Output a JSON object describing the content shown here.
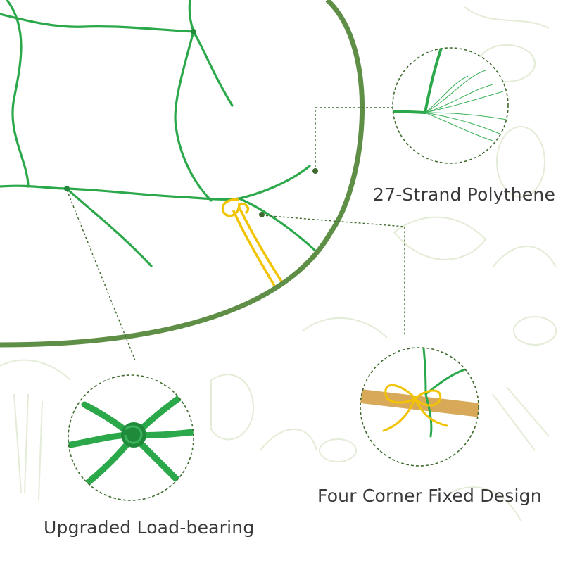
{
  "features": {
    "strand_label": "27-Strand Polythene",
    "corner_label": "Four Corner Fixed Design",
    "load_label": "Upgraded Load-bearing"
  },
  "colors": {
    "net_green": "#2ba84a",
    "ring_green": "#5f8f46",
    "tie_yellow": "#f2c300",
    "stake_wood": "#d9a95a",
    "text_gray": "#3a3a3a",
    "sketch_green": "#e3ecd6"
  }
}
